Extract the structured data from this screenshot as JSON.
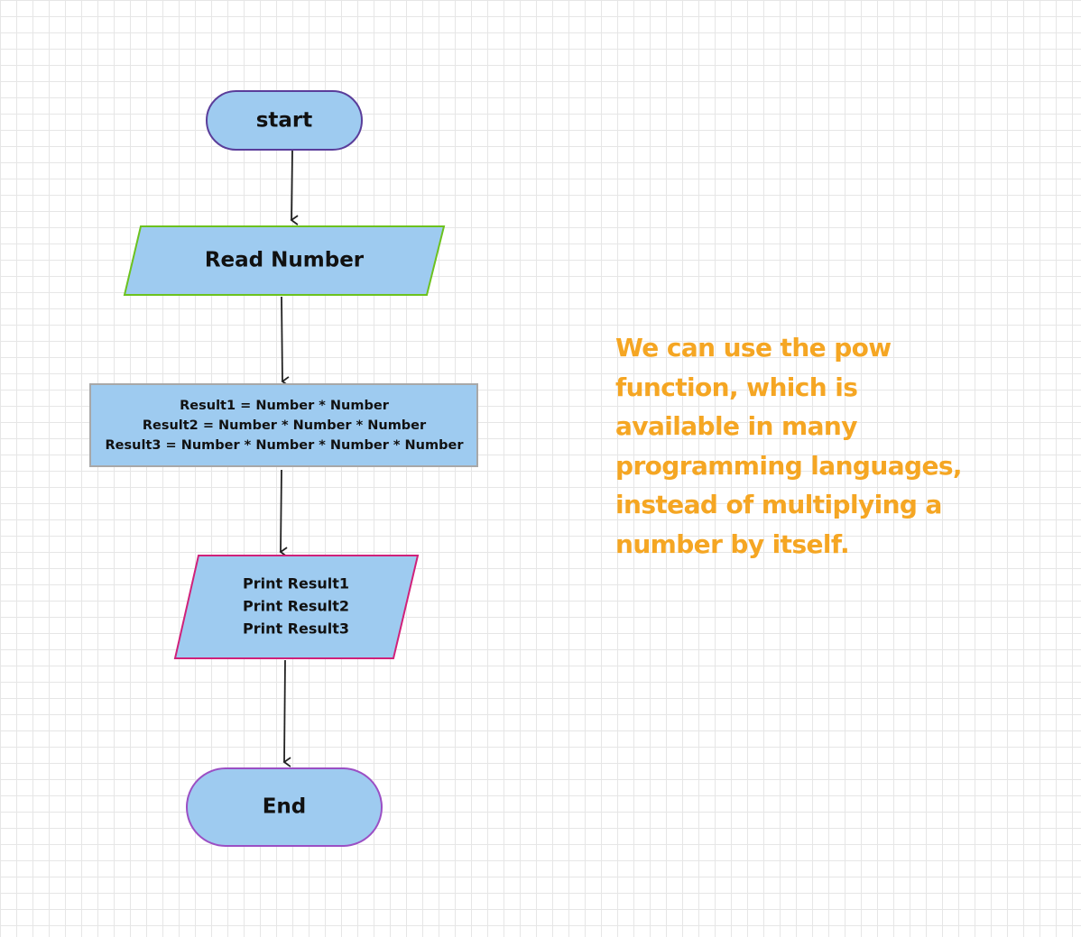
{
  "flowchart": {
    "start": {
      "label": "start"
    },
    "input": {
      "label": "Read Number"
    },
    "process": {
      "lines": [
        "Result1 = Number * Number",
        "Result2 = Number * Number * Number",
        "Result3 = Number * Number * Number * Number"
      ]
    },
    "output": {
      "lines": [
        "Print Result1",
        "Print Result2",
        "Print Result3"
      ]
    },
    "end": {
      "label": "End"
    }
  },
  "note": {
    "lines": [
      "We can use the pow",
      "function, which is",
      "available in many",
      "programming languages,",
      "instead of multiplying a",
      "number by itself."
    ]
  },
  "colors": {
    "node_fill": "#9ecbf0",
    "start_stroke": "#5a3d9a",
    "input_stroke": "#6cc21f",
    "process_stroke": "#a8a8a8",
    "output_stroke": "#d0217a",
    "end_stroke": "#9b4fc4",
    "arrow": "#222222",
    "note_text": "#f5a623"
  }
}
